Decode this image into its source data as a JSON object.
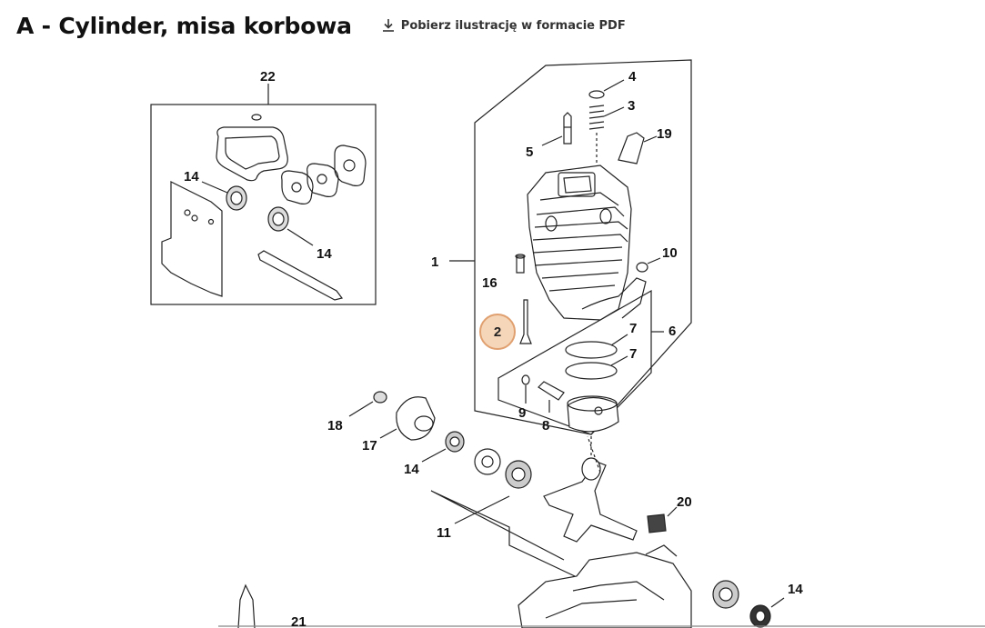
{
  "page": {
    "title": "A - Cylinder, misa korbowa",
    "download_label": "Pobierz ilustrację w formacie PDF",
    "download_icon": "download-icon"
  },
  "diagram": {
    "highlighted_part": "2",
    "highlight_color": "#e0a070",
    "labels": {
      "p22": "22",
      "p4": "4",
      "p3": "3",
      "p19": "19",
      "p5": "5",
      "p14a": "14",
      "p14b": "14",
      "p1": "1",
      "p10": "10",
      "p16": "16",
      "p2": "2",
      "p7a": "7",
      "p7b": "7",
      "p6": "6",
      "p9": "9",
      "p8": "8",
      "p18": "18",
      "p17": "17",
      "p14c": "14",
      "p20": "20",
      "p11": "11",
      "p14d": "14",
      "p21": "21"
    }
  }
}
